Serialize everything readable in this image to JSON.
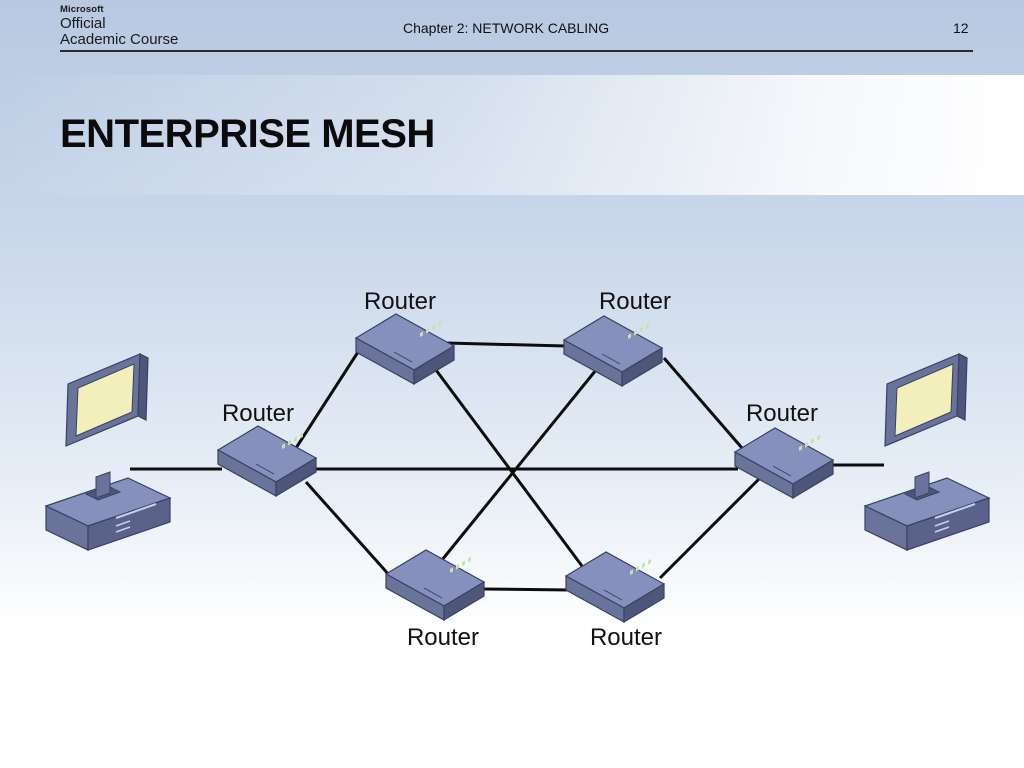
{
  "header": {
    "brand_line1": "Microsoft",
    "brand_line2": "Official",
    "brand_line3": "Academic Course",
    "chapter": "Chapter 2: NETWORK CABLING",
    "page_number": "12"
  },
  "slide": {
    "title": "ENTERPRISE MESH"
  },
  "diagram": {
    "routers": [
      {
        "id": "r1",
        "label": "Router"
      },
      {
        "id": "r2",
        "label": "Router"
      },
      {
        "id": "r3",
        "label": "Router"
      },
      {
        "id": "r4",
        "label": "Router"
      },
      {
        "id": "r5",
        "label": "Router"
      },
      {
        "id": "r6",
        "label": "Router"
      }
    ],
    "computers": [
      {
        "id": "pc-left"
      },
      {
        "id": "pc-right"
      }
    ],
    "links": [
      [
        "pc-left",
        "r3"
      ],
      [
        "r3",
        "r1"
      ],
      [
        "r3",
        "r4"
      ],
      [
        "r3",
        "r5"
      ],
      [
        "r1",
        "r2"
      ],
      [
        "r1",
        "r6"
      ],
      [
        "r2",
        "r4"
      ],
      [
        "r2",
        "r5"
      ],
      [
        "r5",
        "r6"
      ],
      [
        "r6",
        "r4"
      ],
      [
        "r4",
        "pc-right"
      ]
    ]
  }
}
